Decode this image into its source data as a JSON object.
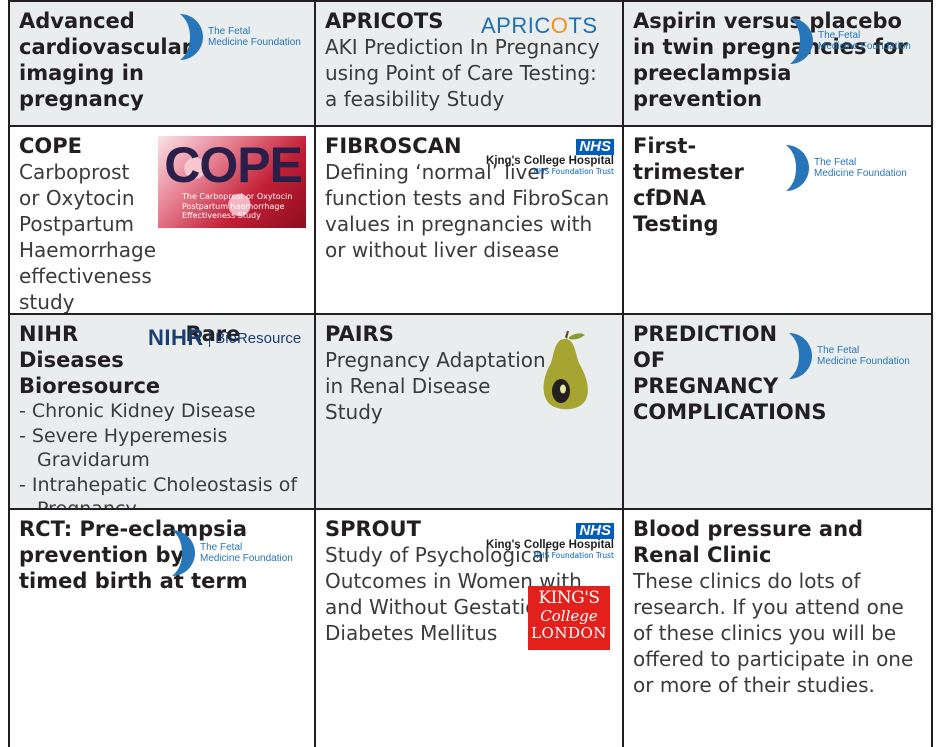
{
  "logos": {
    "fmf_line1": "The Fetal",
    "fmf_line2": "Medicine Foundation",
    "apricots_a": "APRIC",
    "apricots_b": "O",
    "apricots_c": "TS",
    "cope_word": "COPE",
    "cope_sub": [
      "The Carboprost or Oxytocin",
      "Postpartum haemorrhage",
      "Effectiveness Study"
    ],
    "nhs": "NHS",
    "kch_name": "King's College Hospital",
    "kch_trust": "NHS Foundation Trust",
    "nihr_word": "NIHR",
    "nihr_bio": "BioResource",
    "kcl_l1": "KING'S",
    "kcl_l2": "College",
    "kcl_l3": "LONDON"
  },
  "colors": {
    "fmf_blue": "#2876ba",
    "nhs_blue": "#005eb8",
    "nihr_navy": "#193e72",
    "apricots_orange": "#f29021",
    "kcl_red": "#e2211c",
    "pear_green": "#a6a531",
    "cell_tint": "#e9edee",
    "border": "#231f20"
  },
  "cells": {
    "advanced": {
      "title": "Advanced cardiovascular imaging in pregnancy"
    },
    "apricots": {
      "title": "APRICOTS",
      "desc": "AKI Prediction In Pregnancy using Point of Care Testing: a feasibility Study"
    },
    "aspirin": {
      "title": "Aspirin versus placebo in twin pregnancies for preeclampsia prevention"
    },
    "cope": {
      "title": "COPE",
      "desc": "Carboprost or Oxytocin Postpartum Haemorrhage effectiveness study"
    },
    "fibroscan": {
      "title": "FIBROSCAN",
      "desc": "Defining ‘normal’ liver function tests and FibroScan values in pregnancies with or without liver disease"
    },
    "cfdna": {
      "title": "First-trimester cfDNA Testing"
    },
    "nihr": {
      "title": "NIHR Rare Diseases Bioresource",
      "items": [
        "Chronic Kidney Disease",
        "Severe Hyperemesis Gravidarum",
        "Intrahepatic Choleostasis of Pregnancy"
      ]
    },
    "pairs": {
      "title": "PAIRS",
      "desc": "Pregnancy Adaptation in Renal Disease Study"
    },
    "prediction": {
      "title": "PREDICTION OF PREGNANCY COMPLICATIONS"
    },
    "rct": {
      "title": "RCT: Pre-eclampsia prevention by timed birth at term"
    },
    "sprout": {
      "title": "SPROUT",
      "desc": "Study of Psychological Outcomes in Women with and Without Gestational Diabetes Mellitus"
    },
    "bp": {
      "title": "Blood pressure and Renal Clinic",
      "desc": "These clinics do lots of research. If you attend one of these clinics you will be offered to participate in one or more of their studies."
    }
  }
}
